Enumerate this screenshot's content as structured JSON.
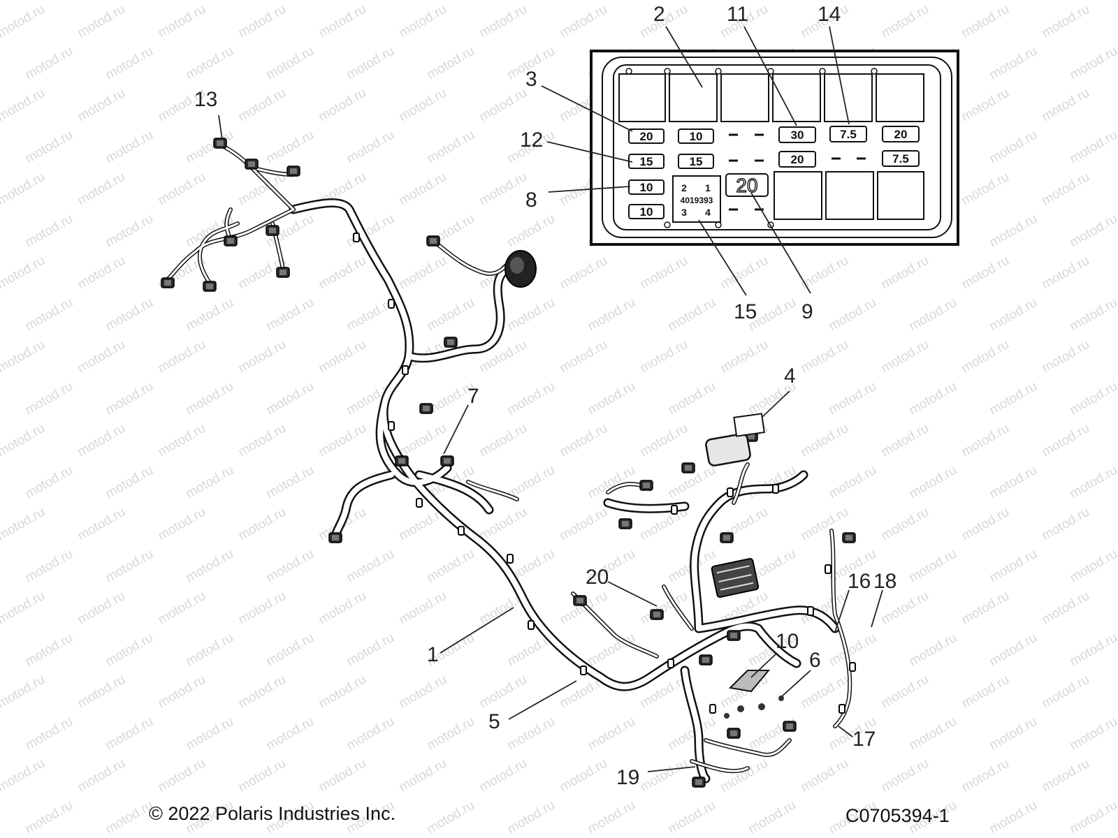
{
  "watermark": "motod.ru",
  "callouts": {
    "c1": "1",
    "c2": "2",
    "c3": "3",
    "c4": "4",
    "c5": "5",
    "c6": "6",
    "c7": "7",
    "c8": "8",
    "c9": "9",
    "c10": "10",
    "c11": "11",
    "c12": "12",
    "c13": "13",
    "c14": "14",
    "c15": "15",
    "c16": "16",
    "c17": "17",
    "c18": "18",
    "c19": "19",
    "c20": "20"
  },
  "fuse_box": {
    "fuses": {
      "r1c1": "20",
      "r1c2": "10",
      "r1c4": "30",
      "r1c5": "7.5",
      "r1c6": "20",
      "r2c1": "15",
      "r2c2": "15",
      "r2c4": "20",
      "r2c6": "7.5",
      "r3c1": "10",
      "r4c1": "10",
      "big": "20"
    },
    "relay": {
      "pin2": "2",
      "pin1": "1",
      "part": "4019393",
      "pin3": "3",
      "pin4": "4"
    }
  },
  "footer": {
    "copyright": "© 2022 Polaris Industries Inc.",
    "figure_code": "C0705394-1"
  }
}
